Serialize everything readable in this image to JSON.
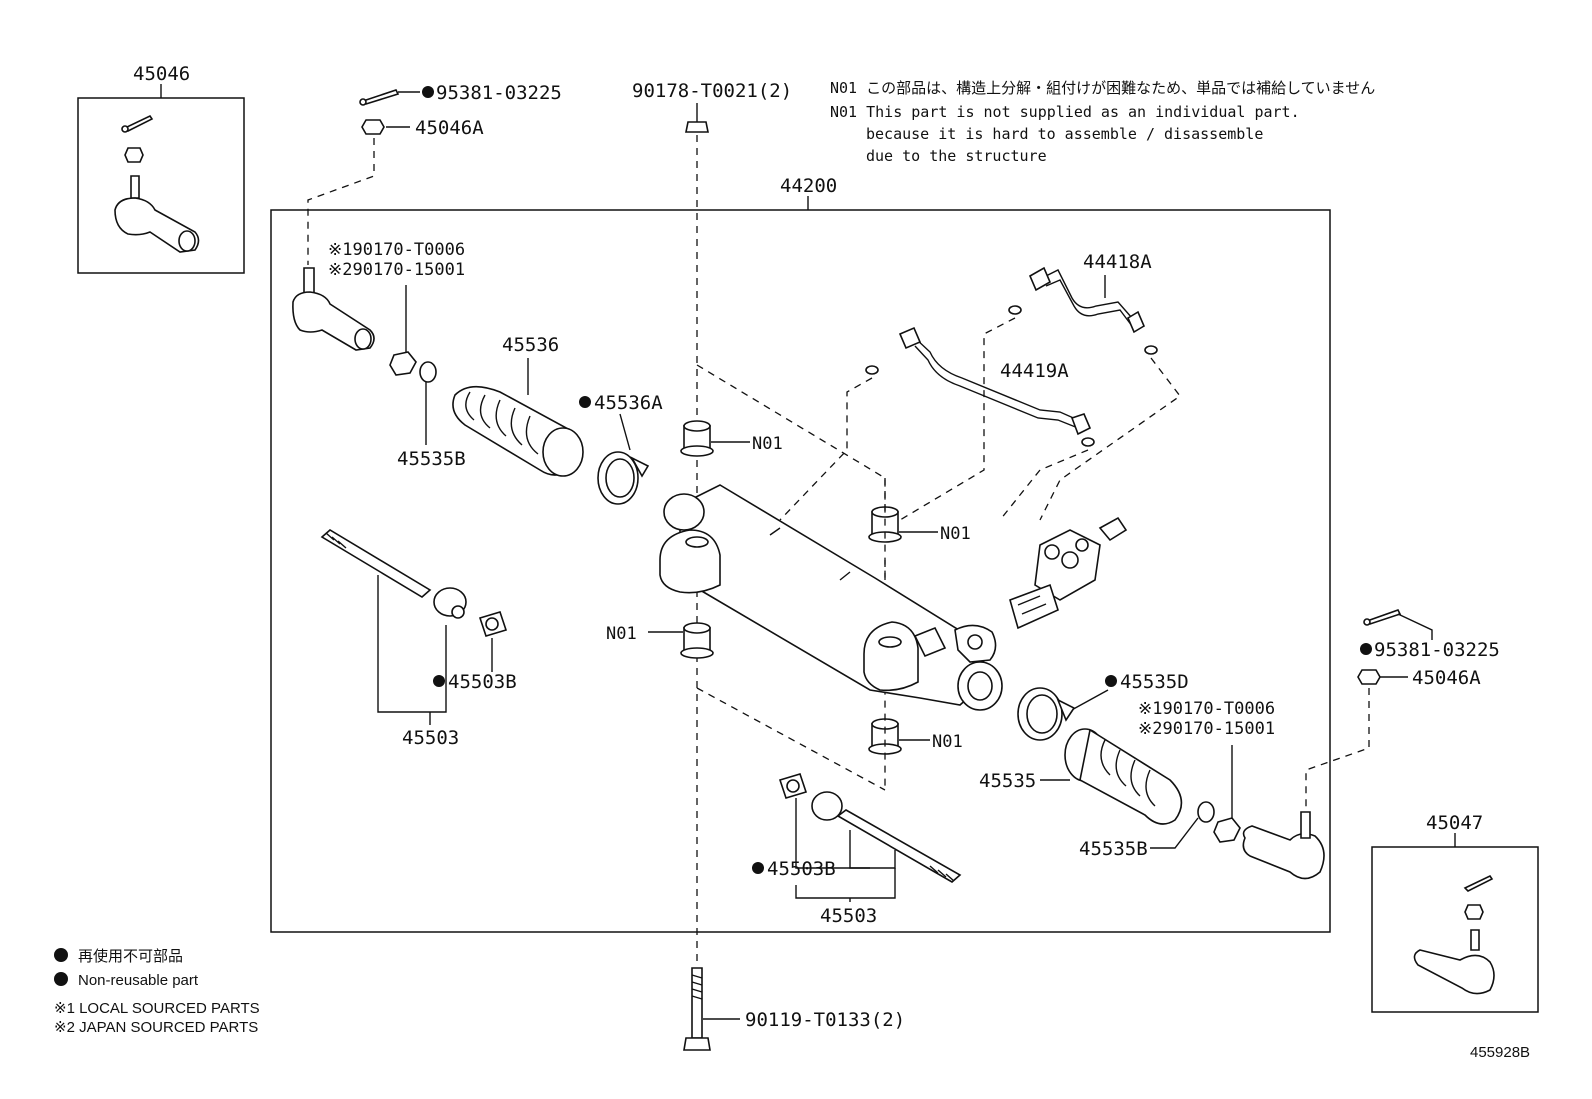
{
  "notes": {
    "n01_jp": "N01 この部品は、構造上分解・組付けが困難なため、単品では補給していません",
    "n01_en_1": "N01 This part is not supplied as an individual part.",
    "n01_en_2": "because it is hard to assemble / disassemble",
    "n01_en_3": "due to the structure"
  },
  "legend": {
    "nonreusable_jp": "再使用不可部品",
    "nonreusable_en": "Non-reusable part",
    "local": "※1 LOCAL SOURCED PARTS",
    "japan": "※2 JAPAN SOURCED PARTS"
  },
  "figure_id": "455928B",
  "labels": {
    "p45046": "45046",
    "p45047": "45047",
    "p44200": "44200",
    "p95381_top": "95381-03225",
    "p45046A_top": "45046A",
    "p90178": "90178-T0021(2)",
    "p44418A": "44418A",
    "p44419A": "44419A",
    "p190170_l": "※190170-T0006",
    "p290170_l": "※290170-15001",
    "p45536": "45536",
    "p45536A": "45536A",
    "p45535B_l": "45535B",
    "n01_a": "N01",
    "n01_b": "N01",
    "n01_c": "N01",
    "n01_d": "N01",
    "p45503B_l": "45503B",
    "p45503_l": "45503",
    "p95381_r": "95381-03225",
    "p45046A_r": "45046A",
    "p45535D": "45535D",
    "p190170_r": "※190170-T0006",
    "p290170_r": "※290170-15001",
    "p45535": "45535",
    "p45535B_r": "45535B",
    "p45503B_r": "45503B",
    "p45503_r": "45503",
    "p90119": "90119-T0133(2)"
  }
}
